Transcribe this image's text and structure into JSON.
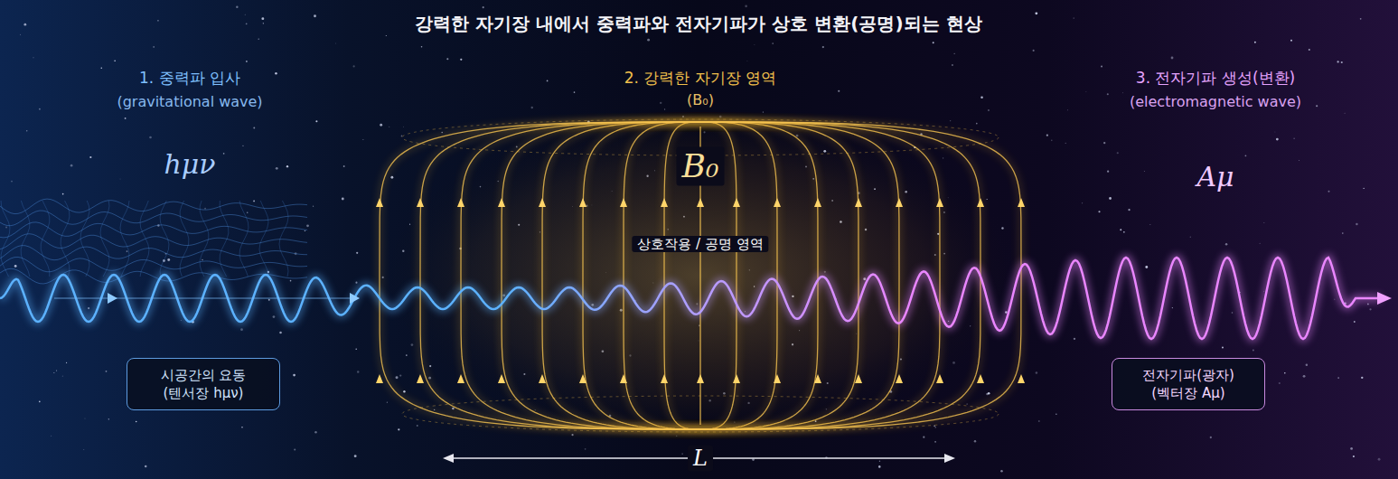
{
  "diagram": {
    "title": "강력한 자기장 내에서 중력파와 전자기파가 상호 변환(공명)되는 현상",
    "nodes": [
      {
        "text": [
          "시공간의 요동 (텐서장 hμν)"
        ]
      },
      {
        "text": [
          "전자기파(광자) (벡터장 Aμ)"
        ]
      }
    ],
    "labels": [
      "1. 중력파 입사",
      "(gravitational wave)",
      "hμν",
      "2. 강력한 자기장 영역",
      "(B₀)",
      "B₀",
      "상호작용 / 공명 영역",
      "3. 전자기파 생성(변환)",
      "(electromagnetic wave)",
      "Aμ",
      "L"
    ]
  }
}
